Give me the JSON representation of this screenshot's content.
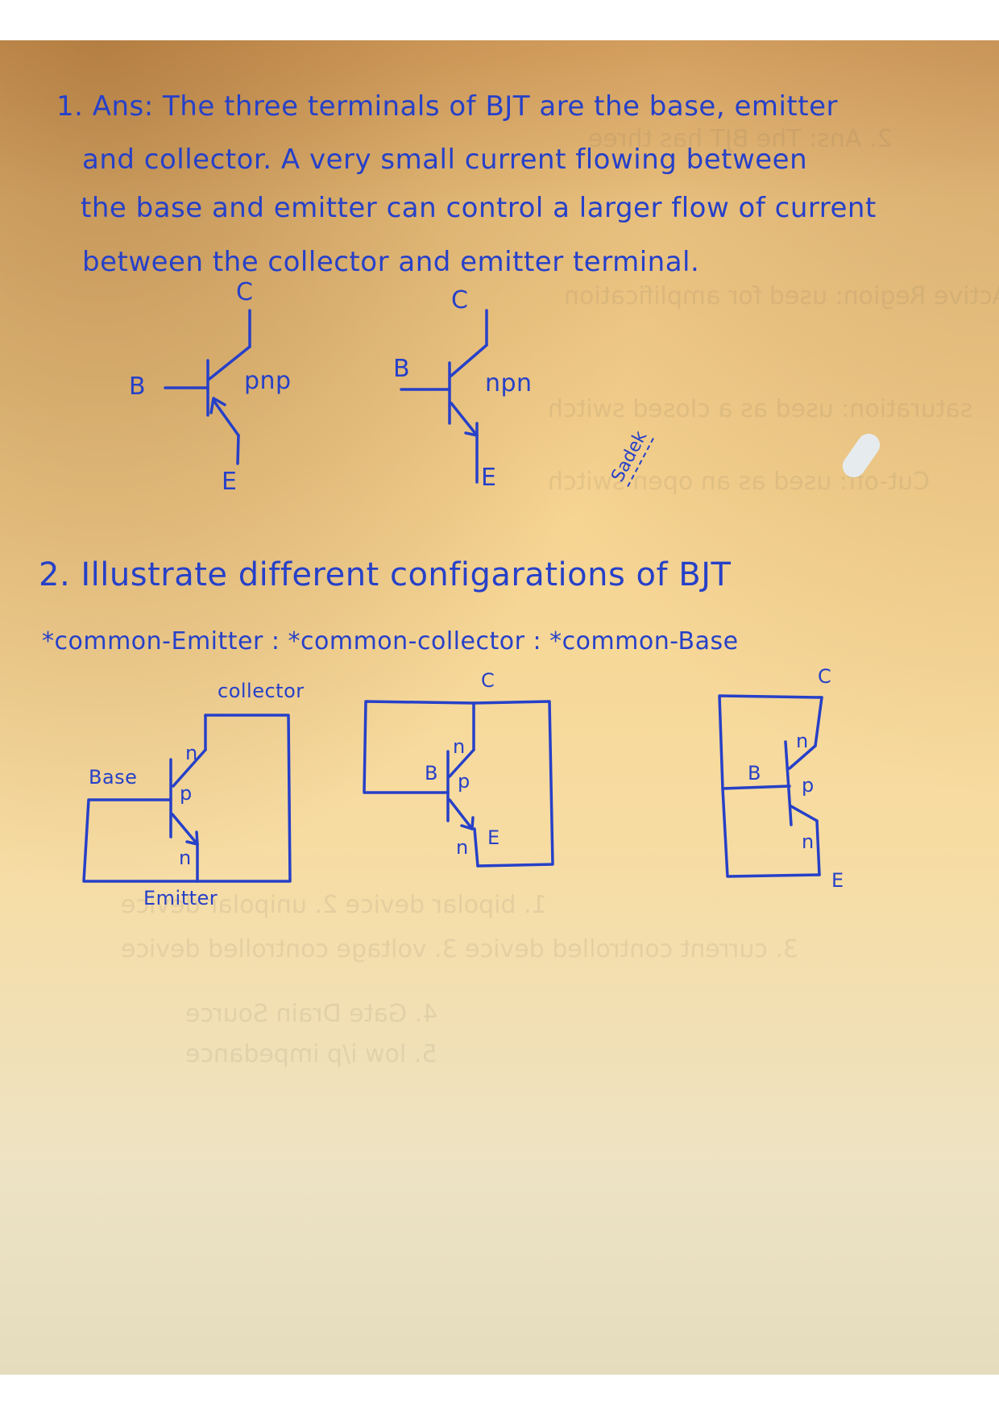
{
  "document": {
    "ink_color": "#2640c8",
    "paper_color": "#f6d491"
  },
  "answer1": {
    "lines": [
      "1. Ans: The three terminals of BJT are the base, emitter",
      "and collector. A very small current flowing between",
      "the base and emitter can control a larger flow of current",
      "between the collector and emitter terminal."
    ]
  },
  "symbols": {
    "pnp": {
      "label": "pnp",
      "collector": "C",
      "base": "B",
      "emitter": "E"
    },
    "npn": {
      "label": "npn",
      "collector": "C",
      "base": "B",
      "emitter": "E"
    },
    "signature": "Sadek"
  },
  "question2": {
    "heading": "2. Illustrate different configarations of BJT",
    "configs_line": "*common-Emitter : *common-collector : *common-Base"
  },
  "configurations": {
    "common_emitter": {
      "collector_label": "collector",
      "base_label": "Base",
      "emitter_label": "Emitter",
      "top_region": "n",
      "mid_region": "p",
      "bottom_region": "n"
    },
    "common_collector": {
      "collector_label": "C",
      "base_label": "B",
      "emitter_label": "E",
      "top_region": "n",
      "mid_region": "p",
      "bottom_region": "n"
    },
    "common_base": {
      "collector_label": "C",
      "base_label": "B",
      "emitter_label": "E",
      "top_region": "n",
      "mid_region": "p",
      "bottom_region": "n"
    }
  }
}
